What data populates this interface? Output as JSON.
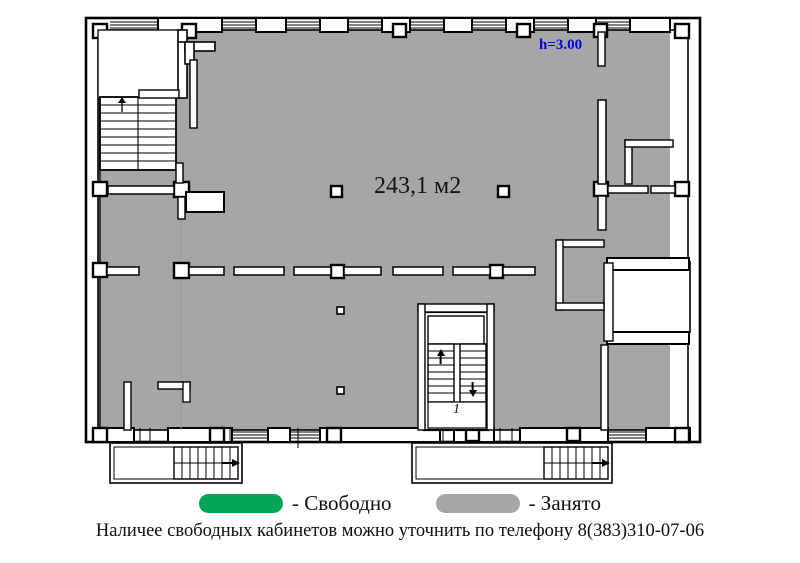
{
  "plan": {
    "area_label": "243,1 м2",
    "height_label": "h=3.00",
    "room_number": "1",
    "colors": {
      "occupied_fill": "#a6a6a6",
      "free_fill": "#00a651",
      "wall_stroke": "#000000",
      "white_fill": "#ffffff",
      "height_text": "#0000e0"
    }
  },
  "legend": {
    "free": {
      "swatch_color": "#00a651",
      "label": "- Свободно"
    },
    "occupied": {
      "swatch_color": "#a6a6a6",
      "label": "- Занято"
    }
  },
  "footnote": {
    "text": "Наличее свободных кабинетов можно уточнить по телефону 8(383)310-07-06"
  }
}
